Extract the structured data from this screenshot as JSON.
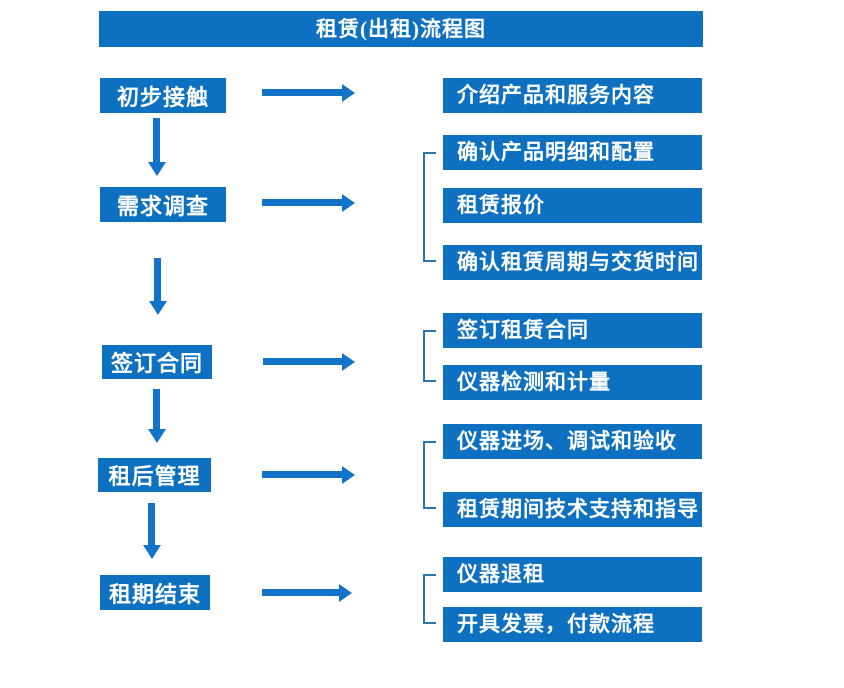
{
  "title": "租赁(出租)流程图",
  "colors": {
    "box_blue": "#0d70c0",
    "arrow_blue": "#1273c9",
    "bracket_blue": "#2e75b6",
    "text": "#ffffff",
    "background": "#ffffff"
  },
  "icons": {
    "flow_arrow_right": "solid-right-arrow (css triangle)",
    "flow_arrow_down": "solid-down-arrow (css triangle)",
    "group_bracket": "left-square-bracket (css borders)"
  },
  "steps": [
    {
      "label": "初步接触",
      "details": [
        "介绍产品和服务内容"
      ]
    },
    {
      "label": "需求调查",
      "details": [
        "确认产品明细和配置",
        "租赁报价",
        "确认租赁周期与交货时间"
      ]
    },
    {
      "label": "签订合同",
      "details": [
        "签订租赁合同",
        "仪器检测和计量"
      ]
    },
    {
      "label": "租后管理",
      "details": [
        "仪器进场、调试和验收",
        "租赁期间技术支持和指导"
      ]
    },
    {
      "label": "租期结束",
      "details": [
        "仪器退租",
        "开具发票，付款流程"
      ]
    }
  ]
}
